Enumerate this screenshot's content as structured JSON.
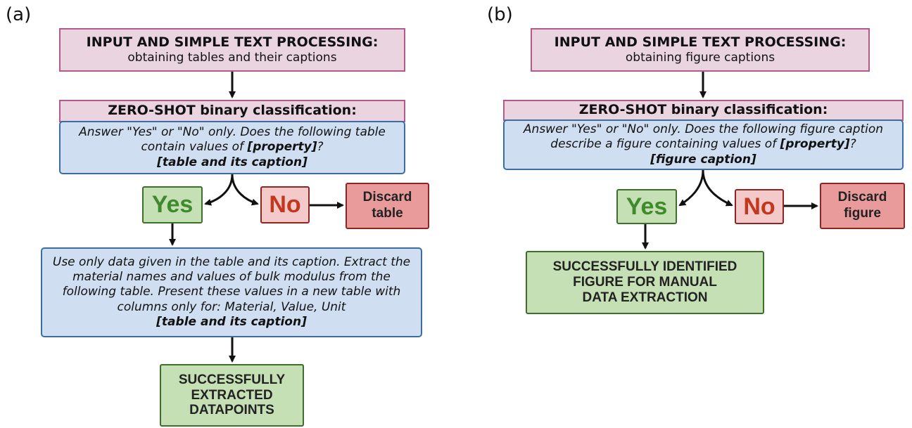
{
  "panel_a": {
    "label": "(a)",
    "input_title": "INPUT AND SIMPLE TEXT PROCESSING:",
    "input_sub": "obtaining tables and their captions",
    "zs_title": "ZERO-SHOT binary classification:",
    "zs_prompt_pre": "Answer \"Yes\" or \"No\" only. Does the following table contain values of ",
    "zs_prompt_prop": "[property]",
    "zs_prompt_post": "?",
    "zs_token": "[table and its caption]",
    "yes": "Yes",
    "no": "No",
    "discard_line1": "Discard",
    "discard_line2": "table",
    "extract_prompt": "Use only data given in the table and its caption. Extract the material names and values of bulk modulus from the following table. Present these values in a new table with columns only for: Material, Value, Unit",
    "extract_token": "[table and its caption]",
    "result_line1": "SUCCESSFULLY",
    "result_line2": "EXTRACTED",
    "result_line3": "DATAPOINTS"
  },
  "panel_b": {
    "label": "(b)",
    "input_title": "INPUT AND SIMPLE TEXT PROCESSING:",
    "input_sub": "obtaining figure captions",
    "zs_title": "ZERO-SHOT binary classification:",
    "zs_prompt_pre": "Answer \"Yes\" or \"No\" only. Does the following figure caption describe a figure containing values of ",
    "zs_prompt_prop": "[property]",
    "zs_prompt_post": "?",
    "zs_token": "[figure caption]",
    "yes": "Yes",
    "no": "No",
    "discard_line1": "Discard",
    "discard_line2": "figure",
    "result_line1": "SUCCESSFULLY IDENTIFIED",
    "result_line2": "FIGURE FOR MANUAL",
    "result_line3": "DATA EXTRACTION"
  },
  "colors": {
    "input_fill": "#ead4e0",
    "input_border": "#b3598b",
    "prompt_fill": "#cfdff1",
    "prompt_border": "#3d6da0",
    "yes_fill": "#c5e0b4",
    "yes_text": "#3f8a2b",
    "no_fill": "#f4c9c9",
    "no_text": "#c2381f",
    "discard_fill": "#e99a9a"
  }
}
